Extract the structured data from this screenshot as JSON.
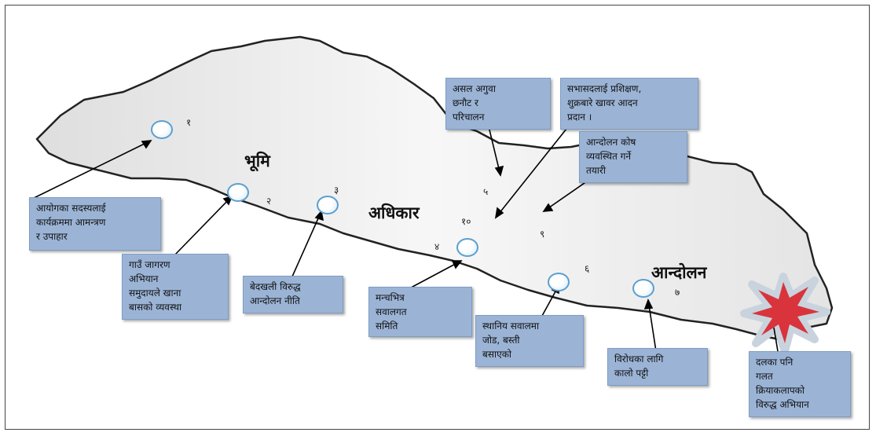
{
  "nodes": [
    {
      "label": "१"
    },
    {
      "label": "२"
    },
    {
      "label": "३"
    },
    {
      "label": "४"
    },
    {
      "label": "५"
    },
    {
      "label": "६"
    },
    {
      "label": "७"
    },
    {
      "label": "९"
    },
    {
      "label": "१०"
    }
  ],
  "keywords": {
    "land": "भूमि",
    "rights": "अधिकार",
    "movement": "आन्दोलन"
  },
  "boxes": {
    "b1": [
      "आयोगका सदस्यलाई",
      "कार्यक्रममा आमन्त्रण",
      "र उपाहार"
    ],
    "b2": [
      "गाउँ जागरण",
      "अभियान",
      "समुदायले खाना",
      "बासको व्यवस्था"
    ],
    "b3": [
      "बेदखली विरुद्ध",
      "आन्दोलन नीति"
    ],
    "b4": [
      "मन्चभित्र",
      "सवालगत",
      "समिति"
    ],
    "b5": [
      "असल अगुवा",
      "छनौट र",
      "परिचालन"
    ],
    "b6": [
      "स्थानिय सवालमा",
      "जोड, बस्ती",
      "बसाएको"
    ],
    "b7": [
      "विरोधका लागि",
      "कालो पट्टी"
    ],
    "b8": [
      "सभासदलाई प्रशिक्षण,",
      "शुक्रबारे खावर आदन",
      "प्रदान ।"
    ],
    "b9": [
      "आन्दोलन कोष",
      "व्यवस्थित गर्ने",
      "तयारी"
    ],
    "b10": [
      "दलका पनि",
      "गलत",
      "क्रियाकलापको",
      "विरुद्ध अभियान"
    ]
  },
  "colors": {
    "box": "#9bb4d6",
    "starburst": "#d9343c",
    "circle": "#5b9fd0"
  }
}
